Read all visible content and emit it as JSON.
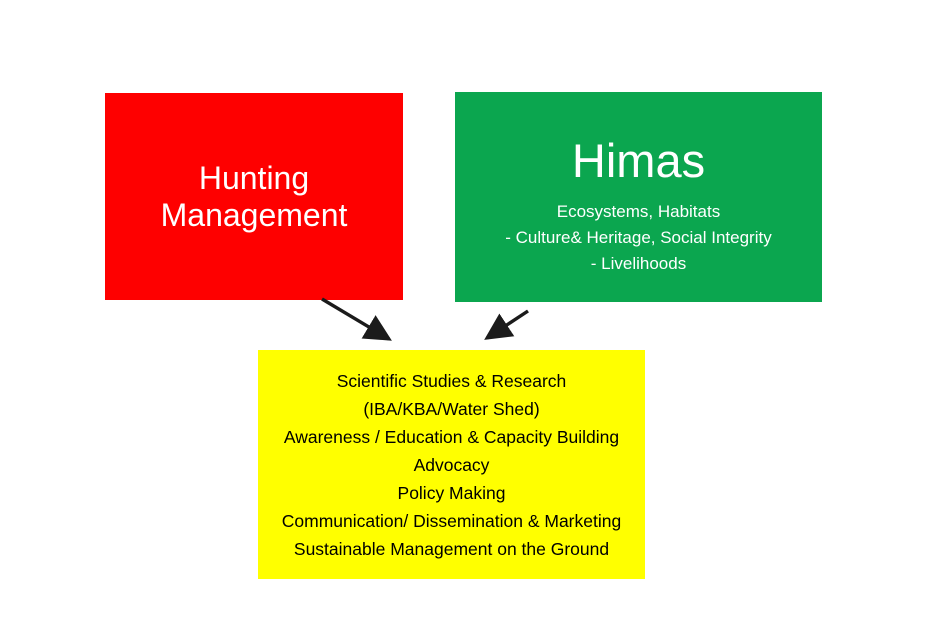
{
  "colors": {
    "page_bg": "#ffffff",
    "hunting_box_bg": "#fe0000",
    "himas_box_bg": "#0ba64f",
    "actions_box_bg": "#ffff00",
    "light_text": "#ffffff",
    "dark_text": "#000000",
    "arrow": "#1b1b1b"
  },
  "hunting_box": {
    "title_line1": "Hunting",
    "title_line2": "Management"
  },
  "himas_box": {
    "title": "Himas",
    "detail_lines": [
      "Ecosystems, Habitats",
      "- Culture& Heritage, Social Integrity",
      "- Livelihoods"
    ]
  },
  "actions_box": {
    "lines": [
      "Scientific Studies & Research",
      "(IBA/KBA/Water Shed)",
      "Awareness / Education & Capacity Building",
      "Advocacy",
      "Policy Making",
      "Communication/ Dissemination & Marketing",
      "Sustainable Management on the Ground"
    ]
  }
}
